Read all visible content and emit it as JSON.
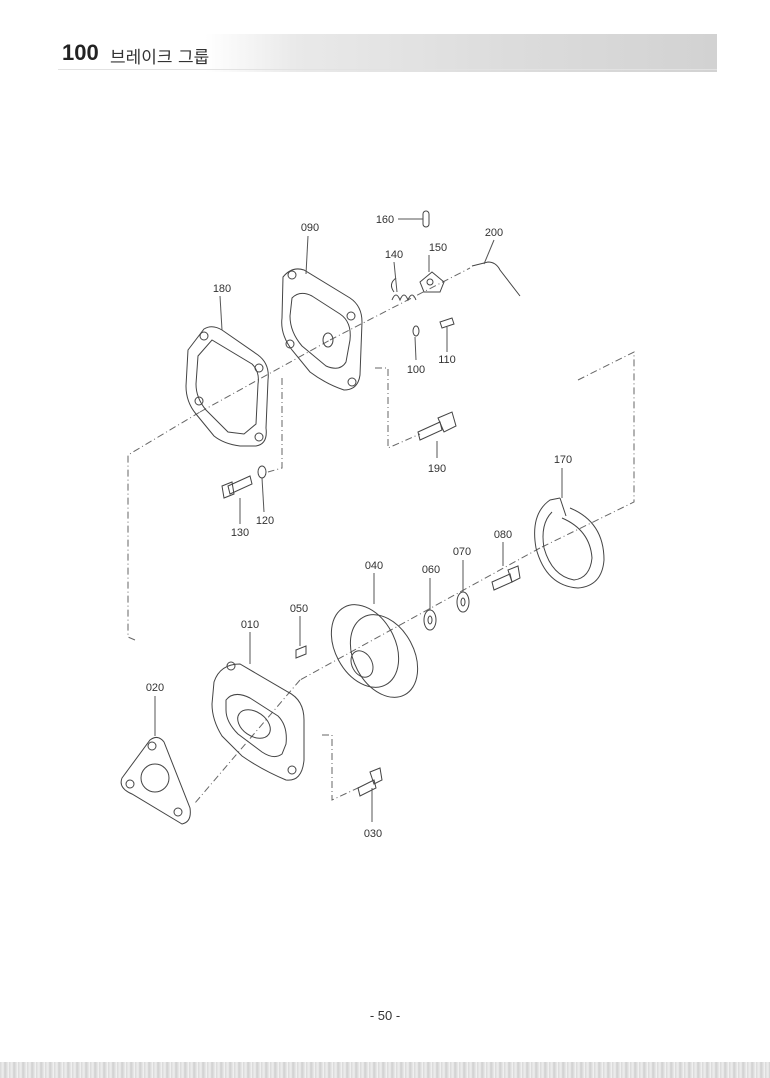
{
  "header": {
    "group_number": "100",
    "group_title": "브레이크 그룹"
  },
  "parts": {
    "p010": "010",
    "p020": "020",
    "p030": "030",
    "p040": "040",
    "p050": "050",
    "p060": "060",
    "p070": "070",
    "p080": "080",
    "p090": "090",
    "p100": "100",
    "p110": "110",
    "p120": "120",
    "p130": "130",
    "p140": "140",
    "p150": "150",
    "p160": "160",
    "p170": "170",
    "p180": "180",
    "p190": "190",
    "p200": "200"
  },
  "footer": {
    "page_number": "- 50 -"
  }
}
